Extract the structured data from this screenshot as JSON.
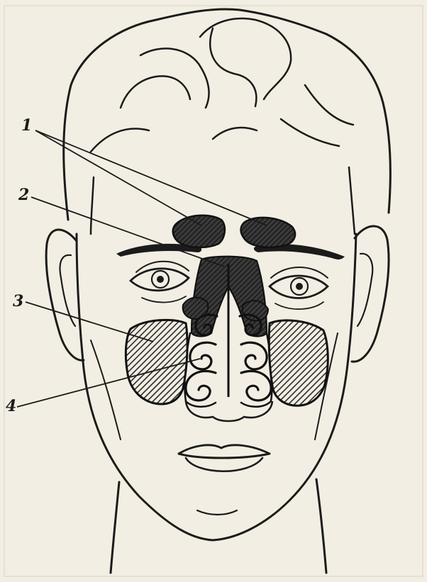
{
  "figure": {
    "paper_color": "#f2eee3",
    "ink_color": "#1b1b1b",
    "hatch_color": "#2a2a2a",
    "labels": [
      {
        "id": "1",
        "text": "1"
      },
      {
        "id": "2",
        "text": "2"
      },
      {
        "id": "3",
        "text": "3"
      },
      {
        "id": "4",
        "text": "4"
      }
    ]
  }
}
